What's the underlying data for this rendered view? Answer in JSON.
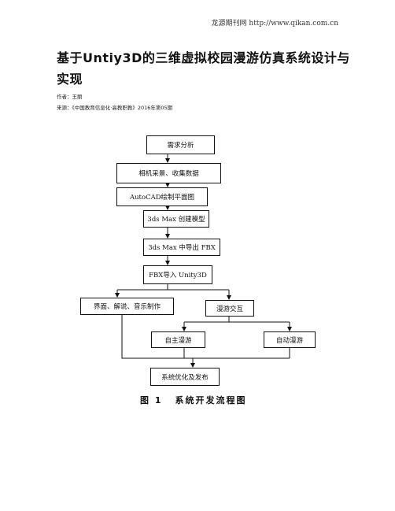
{
  "header": {
    "site": "龙源期刊网 http://www.qikan.com.cn"
  },
  "article": {
    "title": "基于Untiy3D的三维虚拟校园漫游仿真系统设计与实现",
    "author_line": "作者：王丽",
    "source_line": "来源：《中国教育信息化·高教职教》2016年第05期"
  },
  "figure": {
    "steps": {
      "s1": "需求分析",
      "s2": "相机采景、收集数据",
      "s3": "AutoCAD绘制平面图",
      "s4": "3ds Max 创建模型",
      "s5": "3ds Max 中导出 FBX",
      "s6": "FBX导入 Unity3D",
      "s7": "界面、解说、音乐制作",
      "s8": "漫游交互",
      "s9": "自主漫游",
      "s10": "自动漫游",
      "s11": "系统优化及发布"
    },
    "caption_num": "图 1",
    "caption_text": "系统开发流程图"
  }
}
